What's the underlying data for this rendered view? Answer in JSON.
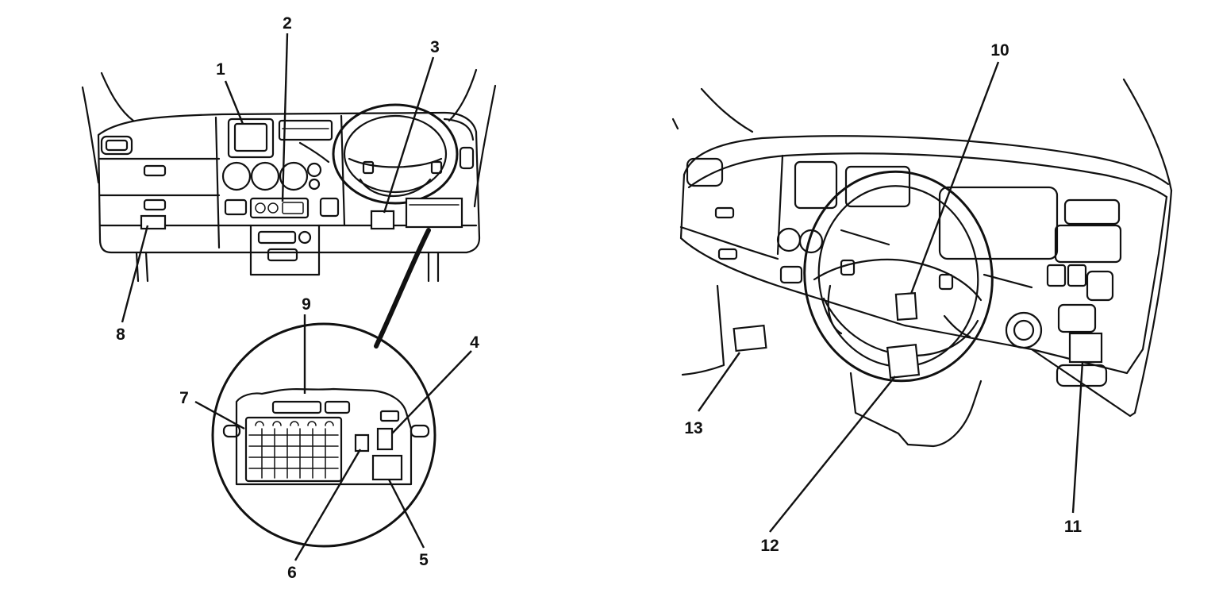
{
  "figure": {
    "left_view": {
      "callouts": {
        "c1": "1",
        "c2": "2",
        "c3": "3",
        "c4": "4",
        "c5": "5",
        "c6": "6",
        "c7": "7",
        "c8": "8",
        "c9": "9"
      }
    },
    "right_view": {
      "callouts": {
        "c10": "10",
        "c11": "11",
        "c12": "12",
        "c13": "13"
      }
    }
  }
}
